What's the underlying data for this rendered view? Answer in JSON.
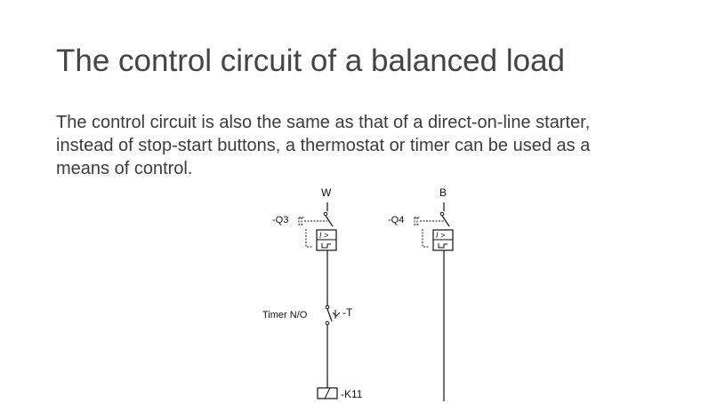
{
  "slide": {
    "title": "The control circuit of a balanced load",
    "body_lines": [
      "The control circuit is also the same as that of a direct-on-line starter,",
      "instead of stop-start buttons, a thermostat or timer can be used as a",
      "means of control."
    ]
  },
  "diagram": {
    "left_branch": {
      "supply_label": "W",
      "breaker_label": "-Q3",
      "breaker_symbol": "I >",
      "timer_label": "Timer N/O",
      "timer_tag": "-T",
      "coil_label": "-K11"
    },
    "right_branch": {
      "supply_label": "B",
      "breaker_label": "-Q4",
      "breaker_symbol": "I >"
    }
  }
}
